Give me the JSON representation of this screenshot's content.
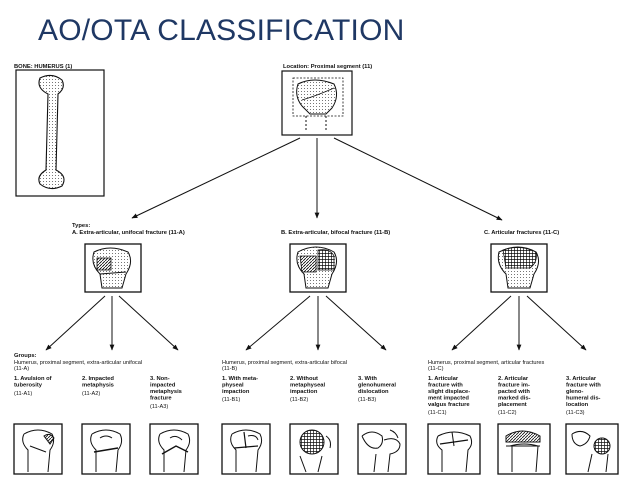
{
  "title": "AO/OTA CLASSIFICATION",
  "bone_label": "BONE: HUMERUS (1)",
  "location_label": "Location: Proximal segment (11)",
  "types_heading": "Types:",
  "types": [
    {
      "label": "A. Extra-articular, unifocal fracture (11-A)"
    },
    {
      "label": "B. Extra-articular, bifocal fracture (11-B)"
    },
    {
      "label": "C. Articular fractures (11-C)"
    }
  ],
  "groups_heading": "Groups:",
  "group_blocks": [
    {
      "header": [
        "Humerus, proximal segment, extra-articular unifocal",
        "(11-A)"
      ]
    },
    {
      "header": [
        "Humerus, proximal segment, extra-articular bifocal",
        "(11-B)"
      ]
    },
    {
      "header": [
        "Humerus, proximal segment, articular fractures",
        "(11-C)"
      ]
    }
  ],
  "groups": [
    {
      "lines": [
        "1. Avulsion of",
        "tuberosity"
      ],
      "code": "(11-A1)"
    },
    {
      "lines": [
        "2. Impacted",
        "metaphysis"
      ],
      "code": "(11-A2)"
    },
    {
      "lines": [
        "3. Non-",
        "impacted",
        "metaphysis",
        "fracture"
      ],
      "code": "(11-A3)"
    },
    {
      "lines": [
        "1. With meta-",
        "physeal",
        "impaction"
      ],
      "code": "(11-B1)"
    },
    {
      "lines": [
        "2. Without",
        "metaphyseal",
        "impaction"
      ],
      "code": "(11-B2)"
    },
    {
      "lines": [
        "3. With",
        "glenohumeral",
        "dislocation"
      ],
      "code": "(11-B3)"
    },
    {
      "lines": [
        "1. Articular",
        "fracture with",
        "slight displace-",
        "ment impacted",
        "valgus fracture"
      ],
      "code": "(11-C1)"
    },
    {
      "lines": [
        "2. Articular",
        "fracture im-",
        "pacted with",
        "marked dis-",
        "placement"
      ],
      "code": "(11-C2)"
    },
    {
      "lines": [
        "3. Articular",
        "fracture with",
        "gleno-",
        "humeral dis-",
        "location"
      ],
      "code": "(11-C3)"
    }
  ]
}
